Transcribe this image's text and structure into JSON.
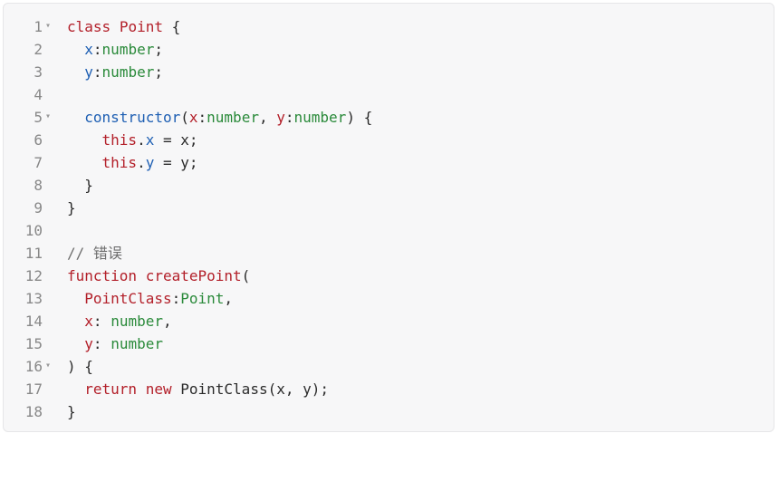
{
  "editor": {
    "fold_marker": "▾",
    "lines": [
      {
        "no": "1",
        "fold": true
      },
      {
        "no": "2",
        "fold": false
      },
      {
        "no": "3",
        "fold": false
      },
      {
        "no": "4",
        "fold": false
      },
      {
        "no": "5",
        "fold": true
      },
      {
        "no": "6",
        "fold": false
      },
      {
        "no": "7",
        "fold": false
      },
      {
        "no": "8",
        "fold": false
      },
      {
        "no": "9",
        "fold": false
      },
      {
        "no": "10",
        "fold": false
      },
      {
        "no": "11",
        "fold": false
      },
      {
        "no": "12",
        "fold": false
      },
      {
        "no": "13",
        "fold": false
      },
      {
        "no": "14",
        "fold": false
      },
      {
        "no": "15",
        "fold": false
      },
      {
        "no": "16",
        "fold": true
      },
      {
        "no": "17",
        "fold": false
      },
      {
        "no": "18",
        "fold": false
      }
    ]
  },
  "code": {
    "l1": {
      "kw": "class",
      "name": "Point",
      "brace": "{"
    },
    "l2": {
      "name": "x",
      "colon": ":",
      "type": "number",
      "semi": ";"
    },
    "l3": {
      "name": "y",
      "colon": ":",
      "type": "number",
      "semi": ";"
    },
    "l5": {
      "fn": "constructor",
      "paren_open": "(",
      "p1": "x",
      "colon1": ":",
      "t1": "number",
      "comma": ",",
      "p2": "y",
      "colon2": ":",
      "t2": "number",
      "rest": ") {"
    },
    "l6": {
      "this": "this",
      "dot": ".",
      "prop": "x",
      "assign": " = ",
      "rhs": "x;"
    },
    "l7": {
      "this": "this",
      "dot": ".",
      "prop": "y",
      "assign": " = ",
      "rhs": "y;"
    },
    "l8": {
      "text": "}"
    },
    "l9": {
      "text": "}"
    },
    "l11": {
      "text": "// 错误"
    },
    "l12": {
      "kw": "function",
      "fn": "createPoint",
      "paren": "("
    },
    "l13": {
      "param": "PointClass",
      "colon": ":",
      "type": "Point",
      "comma": ","
    },
    "l14": {
      "param": "x",
      "colon": ":",
      "type": "number",
      "comma": ","
    },
    "l15": {
      "param": "y",
      "colon": ":",
      "type": "number"
    },
    "l16": {
      "text": ") {"
    },
    "l17": {
      "kw1": "return",
      "kw2": "new",
      "rest": "PointClass(x, y);"
    },
    "l18": {
      "text": "}"
    }
  },
  "colors": {
    "background": "#f7f7f8",
    "keyword": "#b3202a",
    "type": "#2a8a3a",
    "property": "#1e5fb3",
    "comment": "#6e6e6e",
    "line_number": "#888888"
  }
}
